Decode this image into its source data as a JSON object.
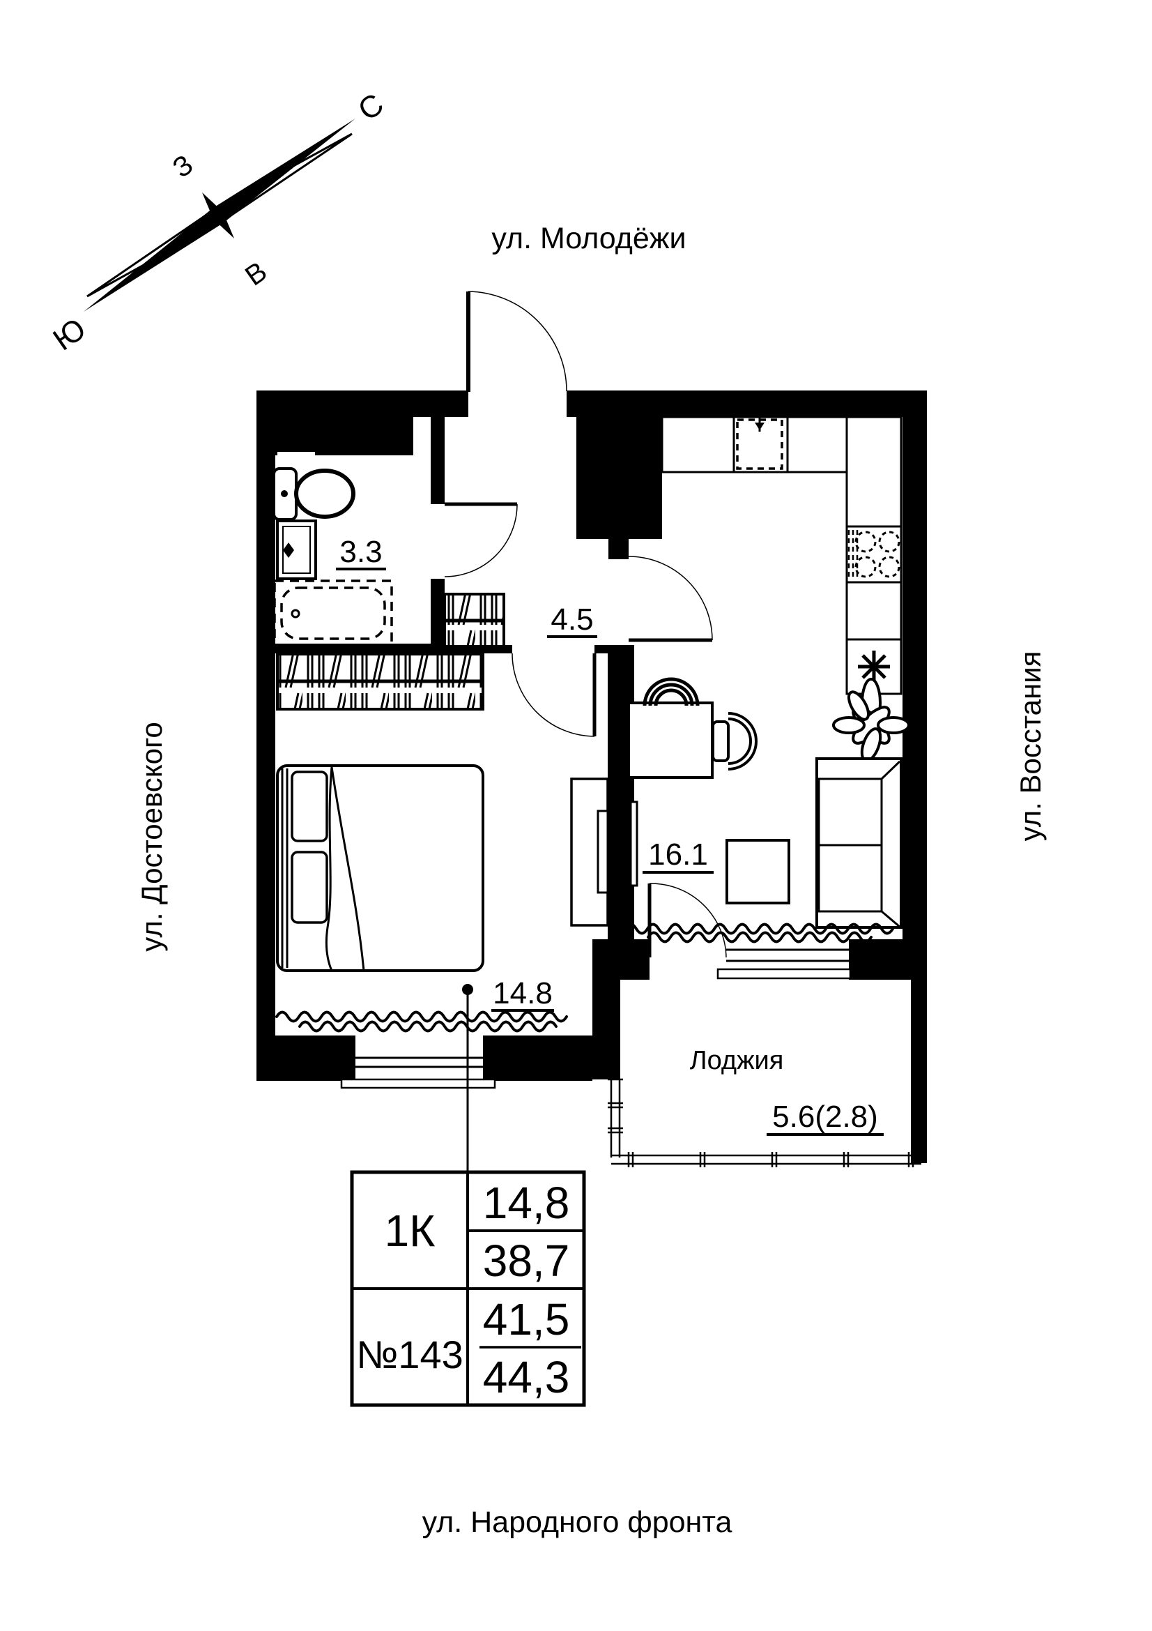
{
  "ink": "#000000",
  "background": "#ffffff",
  "compass": {
    "north": "С",
    "west": "З",
    "east": "В",
    "south": "Ю"
  },
  "streets": {
    "top": "ул. Молодёжи",
    "left": "ул. Достоевского",
    "right": "ул. Восстания",
    "bottom": "ул. Народного фронта"
  },
  "rooms": {
    "bathroom": {
      "area": "3.3"
    },
    "hallway": {
      "area": "4.5"
    },
    "kitchen_living": {
      "area": "16.1"
    },
    "bedroom": {
      "area": "14.8"
    },
    "loggia": {
      "name": "Лоджия",
      "area": "5.6(2.8)"
    }
  },
  "stamp": {
    "rooms_type": "1К",
    "apartment_number": "№143",
    "living_area": "14,8",
    "area_without_loggia": "38,7",
    "area_reduced": "41,5",
    "total_area": "44,3"
  }
}
